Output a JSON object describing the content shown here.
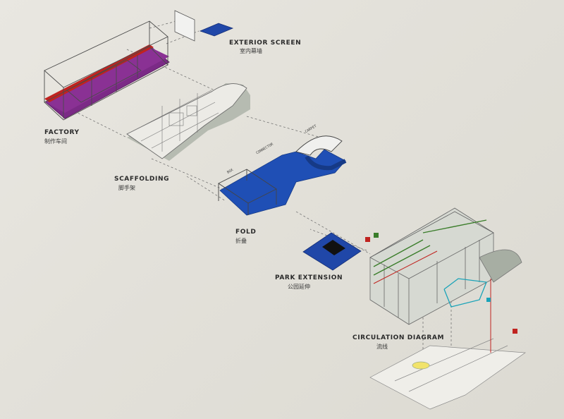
{
  "colors": {
    "background": "#e6e4de",
    "line": "#555555",
    "purple": "#7b2a86",
    "red": "#c0231f",
    "blue": "#1f4fb5",
    "green": "#3a7d2a",
    "cyan": "#1aa3b8",
    "shadow": "#9aa396"
  },
  "components": [
    {
      "title": "EXTERIOR SCREEN",
      "subtitle": "室内幕墙"
    },
    {
      "title": "FACTORY",
      "subtitle": "制作车间"
    },
    {
      "title": "SCAFFOLDING",
      "subtitle": "脚手架"
    },
    {
      "title": "FOLD",
      "subtitle": "折叠"
    },
    {
      "title": "PARK EXTENSION",
      "subtitle": "公园延伸"
    },
    {
      "title": "CIRCULATION DIAGRAM",
      "subtitle": "流线"
    }
  ],
  "fold_tags": {
    "box": "BOX",
    "connector": "CONNECTOR",
    "carpet": "CARPET"
  }
}
